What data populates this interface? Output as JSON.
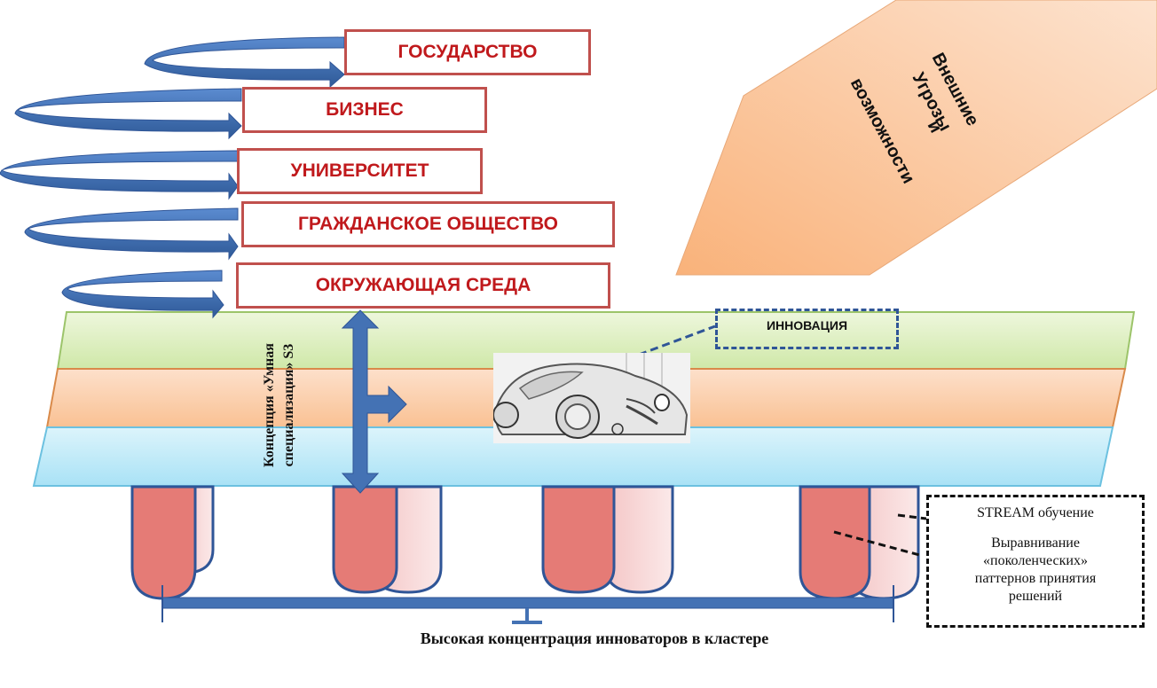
{
  "diagram": {
    "actors": [
      {
        "label": "ГОСУДАРСТВО"
      },
      {
        "label": "БИЗНЕС"
      },
      {
        "label": "УНИВЕРСИТЕТ"
      },
      {
        "label": "ГРАЖДАНСКОЕ ОБЩЕСТВО"
      },
      {
        "label": "ОКРУЖАЮЩАЯ СРЕДА"
      }
    ],
    "external_arrow": {
      "lines": [
        "Внешние",
        "Угрозы",
        "и",
        "возможности"
      ],
      "color": "#fbbf8c"
    },
    "concept_label": {
      "line1": "Концепция «Умная",
      "line2": "специализация» S3"
    },
    "innovation_label": "ИННОВАЦИЯ",
    "innovation_image": "concept-car-sketch",
    "layers": [
      {
        "name": "green-layer",
        "color": "#d7ecb8"
      },
      {
        "name": "orange-layer",
        "color": "#fbcfaa"
      },
      {
        "name": "blue-layer",
        "color": "#bfe9f8"
      }
    ],
    "stream_box": {
      "title": "STREAM обучение",
      "lines": [
        "Выравнивание",
        "«поколенческих»",
        "паттернов принятия",
        "решений"
      ]
    },
    "bottom_caption": "Высокая концентрация  инноваторов в кластере",
    "colors": {
      "actor_border": "#c0504d",
      "actor_text": "#c0191c",
      "arrow_blue": "#4472b4",
      "pillar_dark": "#e57b76",
      "pillar_light": "#f7d3d3"
    }
  }
}
